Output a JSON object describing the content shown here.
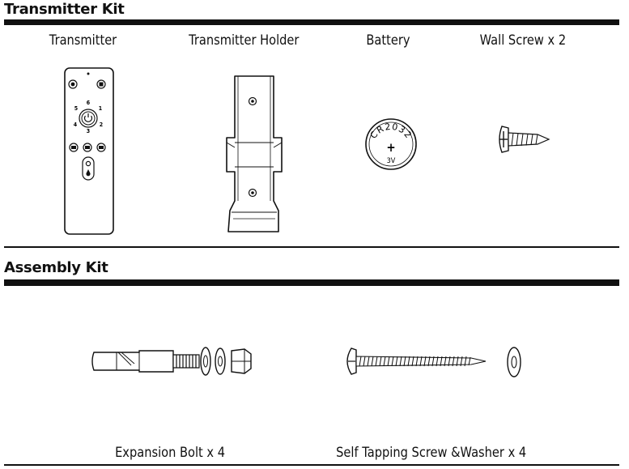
{
  "transmitter_kit": {
    "title": "Transmitter Kit",
    "items": {
      "transmitter": "Transmitter",
      "holder": "Transmitter Holder",
      "battery": "Battery",
      "wall_screw": "Wall Screw x 2"
    },
    "battery_marking": {
      "model": "CR2032",
      "polarity": "+",
      "voltage": "3V"
    },
    "remote_keys": [
      "6",
      "5",
      "1",
      "4",
      "2",
      "3"
    ]
  },
  "assembly_kit": {
    "title": "Assembly Kit",
    "items": {
      "expansion_bolt": "Expansion Bolt x 4",
      "self_tapping_screw": "Self Tapping Screw &Washer x 4"
    }
  }
}
